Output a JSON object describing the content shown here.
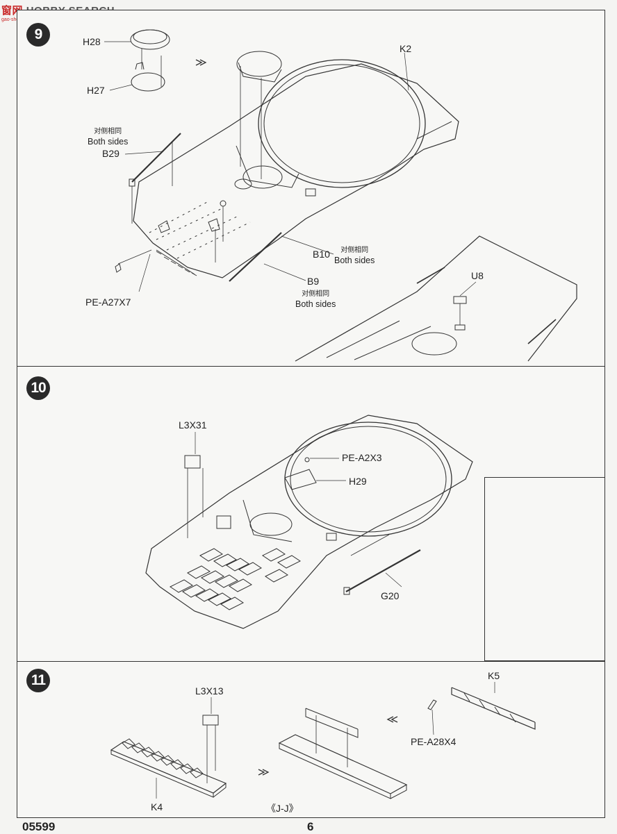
{
  "watermark": {
    "cn": "窗",
    "cn2": "网",
    "brand": "HOBBY SEARCH",
    "url": "gao-shou.com"
  },
  "steps": [
    {
      "number": "9"
    },
    {
      "number": "10"
    },
    {
      "number": "11"
    }
  ],
  "step9": {
    "h28": "H28",
    "h27": "H27",
    "k2": "K2",
    "b29": "B29",
    "b29_note_cn": "对侧相同",
    "b29_note_en": "Both sides",
    "b10": "B10",
    "b10_note_cn": "对侧相同",
    "b10_note_en": "Both sides",
    "b9": "B9",
    "b9_note_cn": "对侧相同",
    "b9_note_en": "Both sides",
    "pe_a27": "PE-A27X7",
    "u8": "U8"
  },
  "step10": {
    "l3x31": "L3X31",
    "pe_a2": "PE-A2X3",
    "h29": "H29",
    "g20": "G20"
  },
  "step11": {
    "l3x13": "L3X13",
    "k5": "K5",
    "pe_a28": "PE-A28X4",
    "k4": "K4",
    "jj": "《J-J》"
  },
  "footer": {
    "code": "05599",
    "page": "6"
  },
  "colors": {
    "ink": "#222222",
    "badge": "#2a2a2a",
    "paper": "#f7f7f5"
  }
}
